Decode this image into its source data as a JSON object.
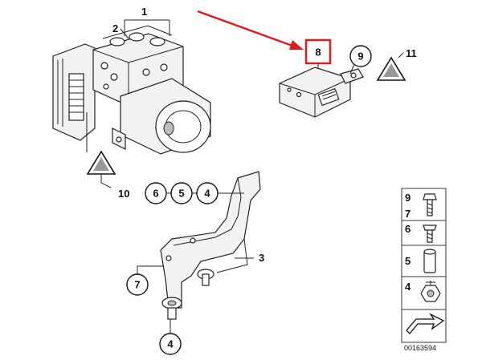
{
  "labels": {
    "part1": "1",
    "part2": "2",
    "part3": "3",
    "part4_chain": "4",
    "part4_bottom": "4",
    "part5": "5",
    "part6": "6",
    "part7": "7",
    "part8": "8",
    "part9": "9",
    "part10": "10",
    "part11": "11"
  },
  "legend": {
    "rows": [
      {
        "top": "9",
        "bottom": "7"
      },
      {
        "top": "6",
        "bottom": ""
      },
      {
        "top": "5",
        "bottom": ""
      },
      {
        "top": "4",
        "bottom": ""
      }
    ],
    "reference": "00163594"
  },
  "colors": {
    "highlight": "#e01b1b",
    "line": "#222222"
  },
  "icons": [
    "warning-triangle-icon",
    "arrow-icon"
  ]
}
